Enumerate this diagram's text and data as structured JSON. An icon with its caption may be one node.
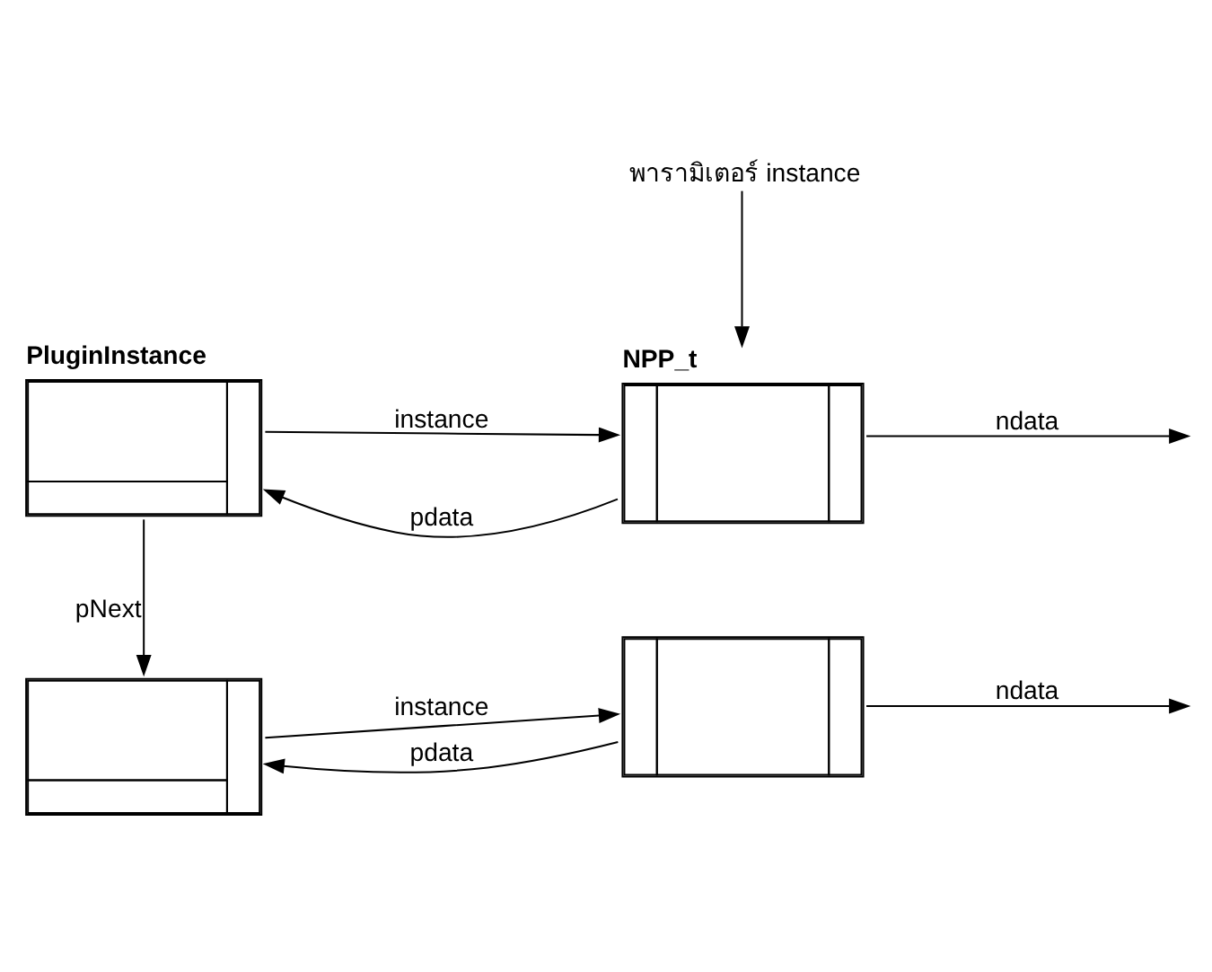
{
  "diagram": {
    "nodes": [
      {
        "text": [
          "PluginInstance"
        ]
      },
      {
        "text": [
          "NPP_t"
        ]
      },
      {
        "text": [
          "พารามิเตอร์ instance"
        ]
      },
      {
        "text": [],
        "shape": "box"
      },
      {
        "text": [],
        "shape": "box"
      }
    ],
    "edges": [
      {
        "from": 1,
        "to": 0,
        "arrow": "to",
        "label": "pdata"
      },
      {
        "from": 0,
        "to": 1,
        "arrow": "to",
        "label": "instance"
      },
      {
        "from": 2,
        "to": 1,
        "arrow": "to"
      },
      {
        "from": 1,
        "to": null,
        "arrow": "to",
        "label": "ndata"
      },
      {
        "from": 0,
        "to": 3,
        "arrow": "to",
        "label": "pNext"
      },
      {
        "from": 4,
        "to": 3,
        "arrow": "to",
        "label": "pdata"
      },
      {
        "from": 3,
        "to": 4,
        "arrow": "to",
        "label": "instance"
      },
      {
        "from": 4,
        "to": null,
        "arrow": "to",
        "label": "ndata"
      }
    ]
  }
}
